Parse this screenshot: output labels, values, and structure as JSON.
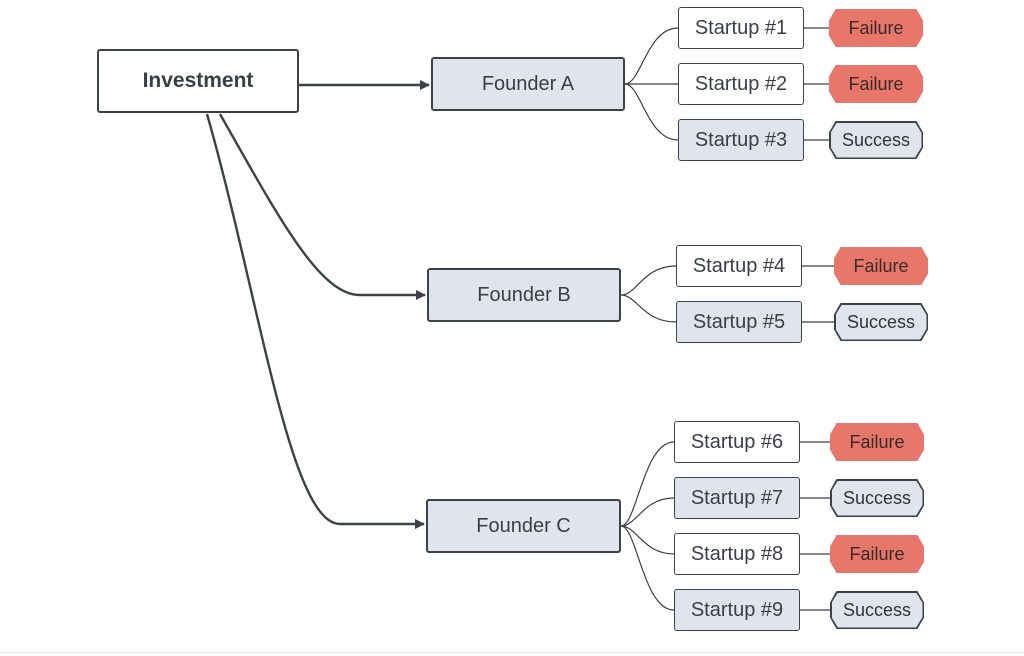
{
  "root": {
    "label": "Investment"
  },
  "founders": [
    {
      "label": "Founder A",
      "startups": [
        {
          "label": "Startup #1",
          "outcome": "Failure"
        },
        {
          "label": "Startup #2",
          "outcome": "Failure"
        },
        {
          "label": "Startup #3",
          "outcome": "Success"
        }
      ]
    },
    {
      "label": "Founder B",
      "startups": [
        {
          "label": "Startup #4",
          "outcome": "Failure"
        },
        {
          "label": "Startup #5",
          "outcome": "Success"
        }
      ]
    },
    {
      "label": "Founder C",
      "startups": [
        {
          "label": "Startup #6",
          "outcome": "Failure"
        },
        {
          "label": "Startup #7",
          "outcome": "Success"
        },
        {
          "label": "Startup #8",
          "outcome": "Failure"
        },
        {
          "label": "Startup #9",
          "outcome": "Success"
        }
      ]
    }
  ],
  "colors": {
    "failure": "#e8776b",
    "success_fill": "#e0e4ed",
    "founder_fill": "#e0e4ed",
    "stroke": "#3d4148"
  }
}
